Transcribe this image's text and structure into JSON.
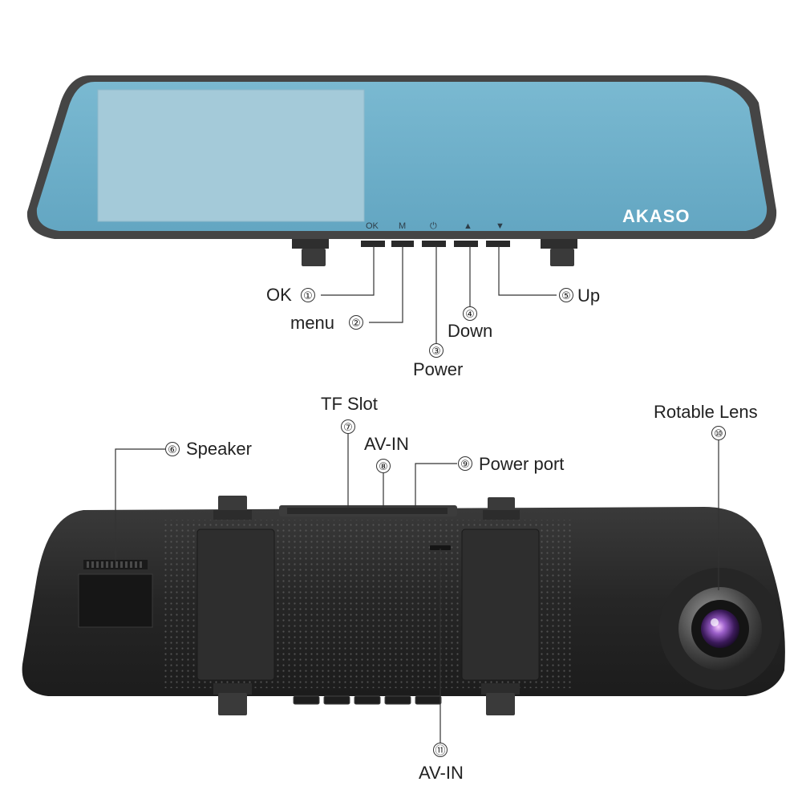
{
  "front": {
    "brand": "AKASO",
    "buttons": [
      "OK",
      "M",
      "⏻",
      "▲",
      "▼"
    ]
  },
  "callouts": [
    {
      "num": "①",
      "label": "OK"
    },
    {
      "num": "②",
      "label": "menu"
    },
    {
      "num": "③",
      "label": "Power"
    },
    {
      "num": "④",
      "label": "Down"
    },
    {
      "num": "⑤",
      "label": "Up"
    },
    {
      "num": "⑥",
      "label": "Speaker"
    },
    {
      "num": "⑦",
      "label": "TF Slot"
    },
    {
      "num": "⑧",
      "label": "AV-IN"
    },
    {
      "num": "⑨",
      "label": "Power port"
    },
    {
      "num": "⑩",
      "label": "Rotable Lens"
    },
    {
      "num": "⑪",
      "label": "AV-IN"
    }
  ],
  "colors": {
    "screen": "#6eb0c9",
    "inset_screen": "#9ec7d7",
    "frame": "#3b3b3b",
    "body": "#2b2b2b",
    "text": "#222222"
  }
}
